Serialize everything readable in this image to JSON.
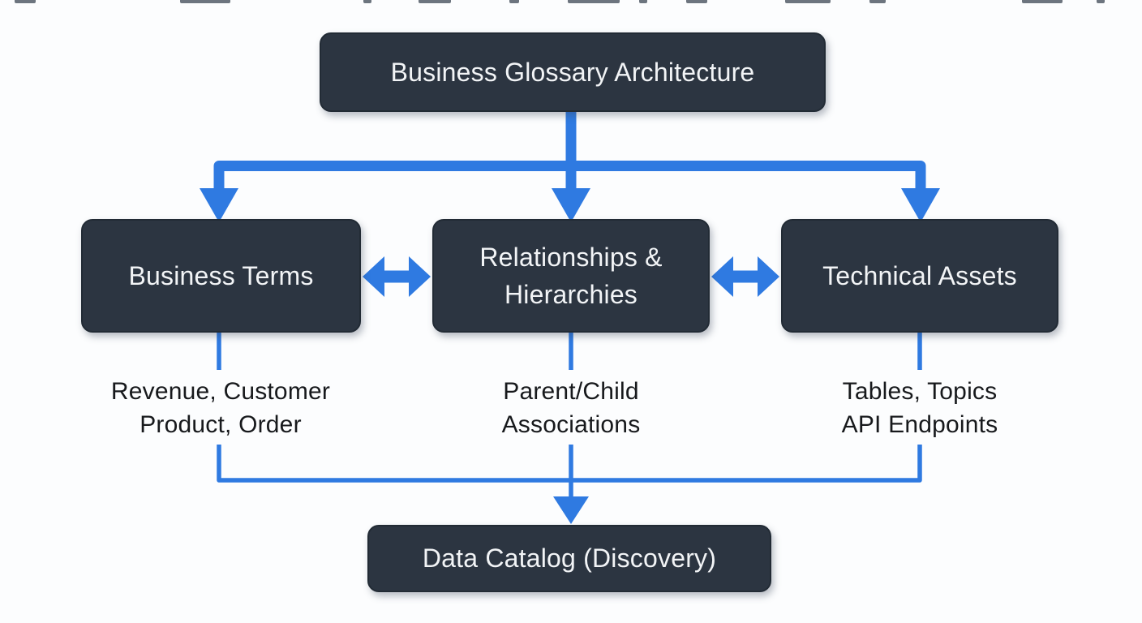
{
  "colors": {
    "background": "#fcfdfe",
    "box_fill": "#2c3541",
    "box_border": "#222b35",
    "box_text": "#f2f4f6",
    "arrow_blue": "#2f7ae1",
    "label_text": "#17191c"
  },
  "nodes": {
    "title": {
      "label": "Business Glossary Architecture"
    },
    "business_terms": {
      "label": "Business Terms",
      "sub_line1": "Revenue, Customer",
      "sub_line2": "Product, Order"
    },
    "relationships": {
      "label_line1": "Relationships &",
      "label_line2": "Hierarchies",
      "sub_line1": "Parent/Child",
      "sub_line2": "Associations"
    },
    "technical_assets": {
      "label": "Technical Assets",
      "sub_line1": "Tables, Topics",
      "sub_line2": "API Endpoints"
    },
    "data_catalog": {
      "label": "Data Catalog (Discovery)"
    }
  }
}
